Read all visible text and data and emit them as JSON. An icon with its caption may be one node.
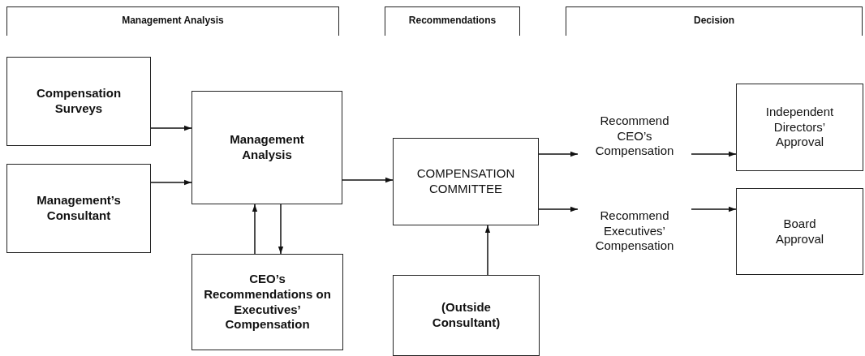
{
  "diagram": {
    "nodes": [
      {
        "text": [
          "Management Analysis"
        ]
      },
      {
        "text": [
          "Recommendations"
        ]
      },
      {
        "text": [
          "Decision"
        ]
      },
      {
        "text": [
          "Compensation Surveys"
        ]
      },
      {
        "text": [
          "Management’s Consultant"
        ]
      },
      {
        "text": [
          "Management Analysis"
        ]
      },
      {
        "text": [
          "CEO’s Recommendations on Executives’ Compensation"
        ]
      },
      {
        "text": [
          "COMPENSATION COMMITTEE"
        ]
      },
      {
        "text": [
          "(Outside Consultant)"
        ]
      },
      {
        "text": [
          "Recommend CEO’s Compensation"
        ]
      },
      {
        "text": [
          "Recommend Executives’ Compensation"
        ]
      },
      {
        "text": [
          "Independent Directors’ Approval"
        ]
      },
      {
        "text": [
          "Board Approval"
        ]
      }
    ],
    "edges": [
      {
        "from": 3,
        "to": 5,
        "arrow": "to"
      },
      {
        "from": 4,
        "to": 5,
        "arrow": "to"
      },
      {
        "from": 5,
        "to": 7,
        "arrow": "to"
      },
      {
        "from": 6,
        "to": 5,
        "arrow": "to"
      },
      {
        "from": 5,
        "to": 6,
        "arrow": "to"
      },
      {
        "from": 8,
        "to": 7,
        "arrow": "to"
      },
      {
        "from": 7,
        "to": 9,
        "arrow": "to"
      },
      {
        "from": 7,
        "to": 10,
        "arrow": "to"
      },
      {
        "from": 9,
        "to": 11,
        "arrow": "to"
      },
      {
        "from": 10,
        "to": 12,
        "arrow": "to"
      }
    ]
  }
}
